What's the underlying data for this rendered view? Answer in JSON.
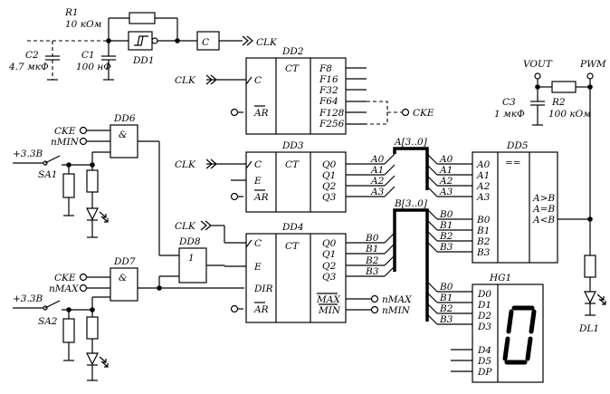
{
  "components": {
    "R1": {
      "ref": "R1",
      "value": "10 кОм"
    },
    "C1": {
      "ref": "C1",
      "value": "100 нФ"
    },
    "C2": {
      "ref": "C2",
      "value": "4.7 мкФ"
    },
    "DD1": {
      "ref": "DD1",
      "c_label": "C"
    },
    "DD2": {
      "ref": "DD2",
      "ct": "CT",
      "in_c": "C",
      "in_ar": "AR",
      "outs": [
        "F8",
        "F16",
        "F32",
        "F64",
        "F128",
        "F256"
      ]
    },
    "DD3": {
      "ref": "DD3",
      "ct": "CT",
      "ins": [
        "C",
        "E",
        "AR"
      ],
      "outs": [
        "Q0",
        "Q1",
        "Q2",
        "Q3"
      ]
    },
    "DD4": {
      "ref": "DD4",
      "ct": "CT",
      "ins": [
        "C",
        "E",
        "DIR",
        "AR"
      ],
      "outs": [
        "Q0",
        "Q1",
        "Q2",
        "Q3",
        "MAX",
        "MIN"
      ]
    },
    "DD5": {
      "ref": "DD5",
      "eq": "==",
      "a_ins": [
        "A0",
        "A1",
        "A2",
        "A3"
      ],
      "b_ins": [
        "B0",
        "B1",
        "B2",
        "B3"
      ],
      "outs": [
        "A>B",
        "A=B",
        "A<B"
      ]
    },
    "DD6": {
      "ref": "DD6",
      "op": "&"
    },
    "DD7": {
      "ref": "DD7",
      "op": "&"
    },
    "DD8": {
      "ref": "DD8",
      "op": "1"
    },
    "HG1": {
      "ref": "HG1",
      "ins": [
        "D0",
        "D1",
        "D2",
        "D3",
        "D4",
        "D5",
        "DP"
      ],
      "digit": "0"
    },
    "C3": {
      "ref": "C3",
      "value": "1 мкФ"
    },
    "R2": {
      "ref": "R2",
      "value": "100 кОм"
    },
    "SA1": {
      "ref": "SA1"
    },
    "SA2": {
      "ref": "SA2"
    },
    "DL1": {
      "ref": "DL1"
    }
  },
  "nets": {
    "clk": "CLK",
    "cke": "CKE",
    "nmin": "nMIN",
    "nmax": "nMAX",
    "vout": "VOUT",
    "pwm": "PWM",
    "supply": "+3.3В",
    "bus_a": "A[3..0]",
    "bus_b": "B[3..0]",
    "a_lines": [
      "A0",
      "A1",
      "A2",
      "A3"
    ],
    "b_lines": [
      "B0",
      "B1",
      "B2",
      "B3"
    ]
  }
}
